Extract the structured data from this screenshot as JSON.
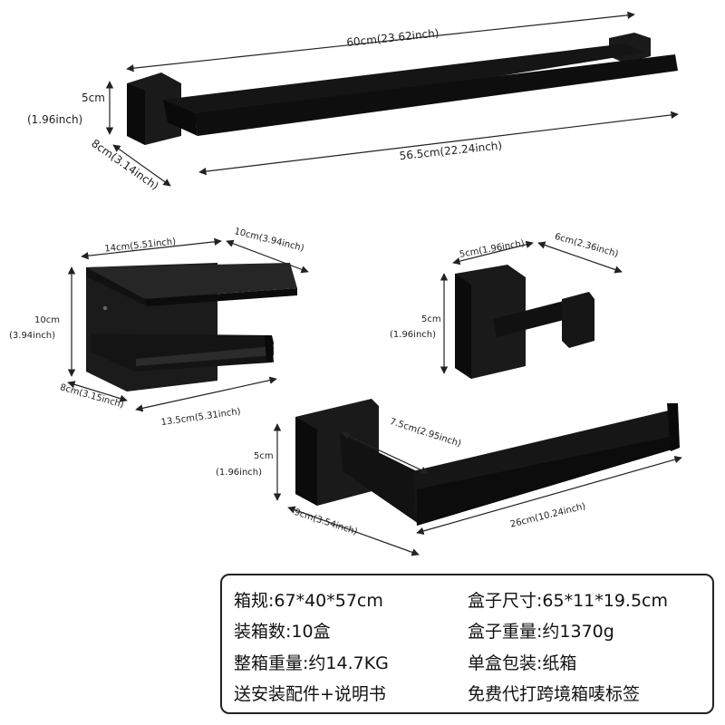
{
  "towel_bar": {
    "length_total": "60cm(23.62inch)",
    "length_inner": "56.5cm(22.24inch)",
    "height_cm": "5cm",
    "height_in": "(1.96inch)",
    "depth": "8cm(3.14inch)"
  },
  "paper_holder": {
    "top_width": "14cm(5.51inch)",
    "top_depth": "10cm(3.94inch)",
    "height_cm": "10cm",
    "height_in": "(3.94inch)",
    "bottom_depth": "8cm(3.15inch)",
    "bottom_width": "13.5cm(5.31inch)"
  },
  "robe_hook": {
    "width": "5cm(1.96inch)",
    "depth": "6cm(2.36inch)",
    "height_cm": "5cm",
    "height_in": "(1.96inch)"
  },
  "towel_ring": {
    "height_cm": "5cm",
    "height_in": "(1.96inch)",
    "depth": "7.5cm(2.95inch)",
    "length": "26cm(10.24inch)",
    "base_depth": "9cm(3.54inch)"
  },
  "specs": {
    "carton_size": "箱规:67*40*57cm",
    "box_size": "盒子尺寸:65*11*19.5cm",
    "qty_per_carton": "装箱数:10盒",
    "box_weight": "盒子重量:约1370g",
    "carton_weight": "整箱重量:约14.7KG",
    "packaging": "单盒包装:纸箱",
    "accessories": "送安装配件+说明书",
    "label_service": "免费代打跨境箱唛标签"
  }
}
